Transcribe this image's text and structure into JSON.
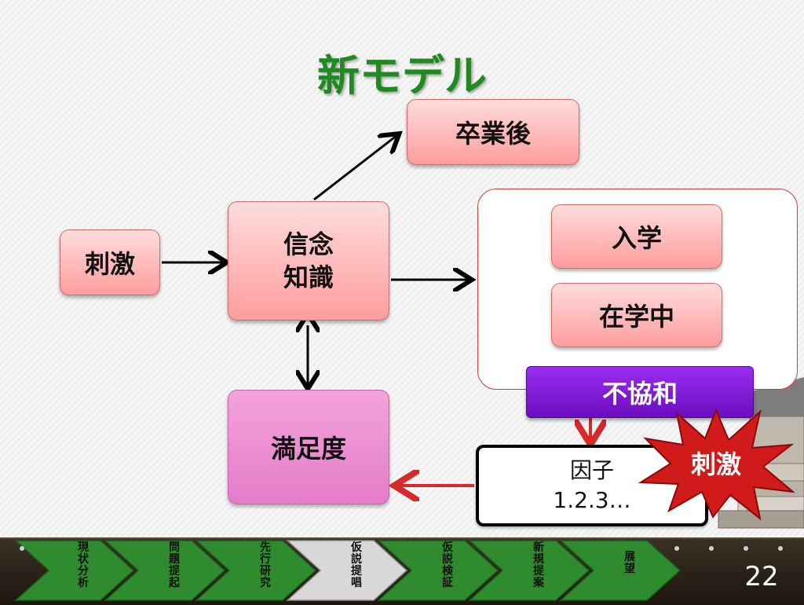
{
  "title": "新モデル",
  "nodes": {
    "stimulus_left": "刺激",
    "belief_line1": "信念",
    "belief_line2": "知識",
    "after_graduation": "卒業後",
    "enrollment": "入学",
    "in_school": "在学中",
    "satisfaction": "満足度",
    "dissonance": "不協和",
    "factor_line1": "因子",
    "factor_line2": "1.2.3…",
    "stimulus_burst": "刺激"
  },
  "nav": {
    "items": [
      {
        "chars": [
          "現",
          "状",
          "分",
          "析"
        ]
      },
      {
        "chars": [
          "問",
          "題",
          "提",
          "起"
        ]
      },
      {
        "chars": [
          "先",
          "行",
          "研",
          "究"
        ]
      },
      {
        "chars": [
          "仮",
          "説",
          "提",
          "唱"
        ],
        "active": true
      },
      {
        "chars": [
          "仮",
          "説",
          "検",
          "証"
        ]
      },
      {
        "chars": [
          "新",
          "規",
          "提",
          "案"
        ]
      },
      {
        "chars": [
          "展",
          "望"
        ]
      }
    ],
    "page_number": "22"
  },
  "colors": {
    "title": "#1f8a1f",
    "pink_box": "#ff9d9d",
    "magenta_box": "#e47cc8",
    "purple_box": "#7a14d0",
    "burst": "#d11a1a",
    "nav_green": "#2e8b2e",
    "nav_active": "#d8d8d8"
  }
}
